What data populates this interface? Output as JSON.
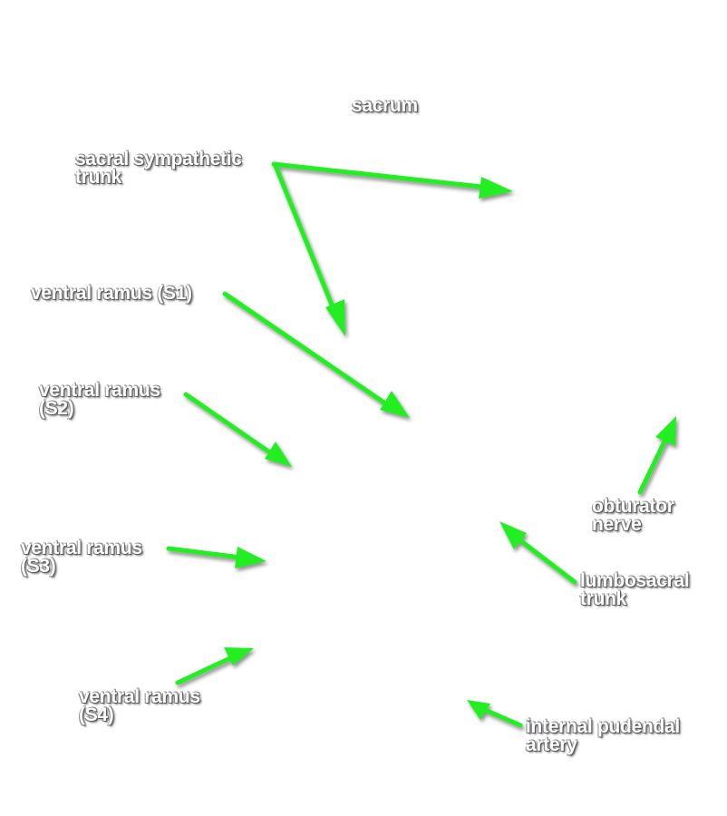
{
  "labels": {
    "sacrum": "sacrum",
    "sacral_sympathetic_trunk": [
      "sacral sympathetic",
      "trunk"
    ],
    "ventral_ramus_s1": [
      "ventral ramus (S1)"
    ],
    "ventral_ramus_s2": [
      "ventral ramus",
      "(S2)"
    ],
    "ventral_ramus_s3": [
      "ventral ramus",
      "(S3)"
    ],
    "ventral_ramus_s4": [
      "ventral ramus",
      "(S4)"
    ],
    "obturator_nerve": [
      "obturator",
      "nerve"
    ],
    "lumbosacral_trunk": [
      "lumbosacral",
      "trunk"
    ],
    "internal_pudendal_artery": [
      "internal pudendal",
      "artery"
    ]
  },
  "colors": {
    "arrow": "#22ee22",
    "label_text": "#ffffff",
    "background": "#ffffff"
  }
}
